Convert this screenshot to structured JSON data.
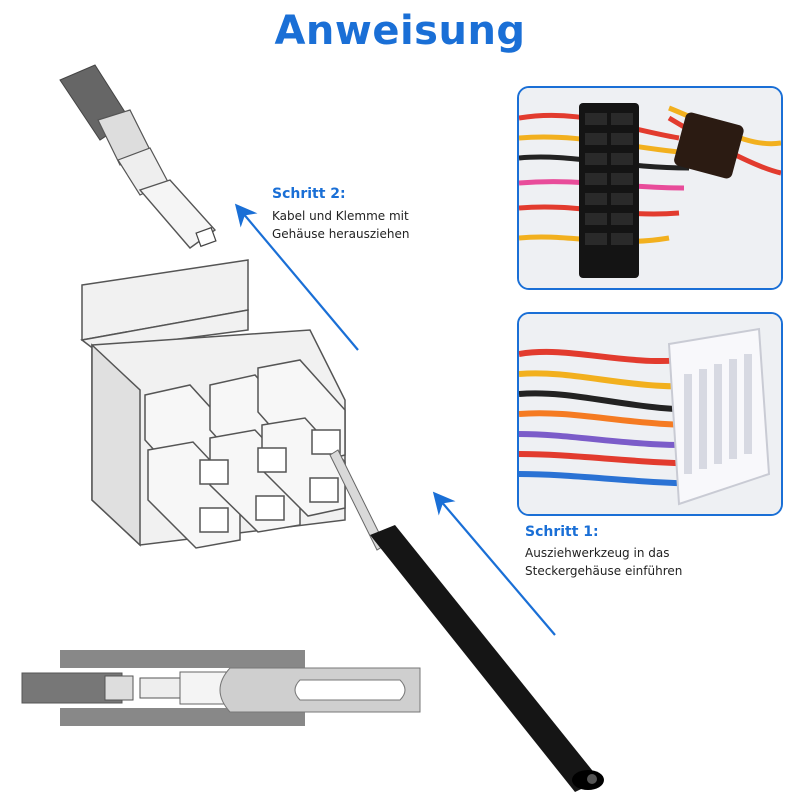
{
  "title": "Anweisung",
  "step2": {
    "label": "Schritt 2:",
    "line1": "Kabel und Klemme mit",
    "line2": "Gehäuse herausziehen"
  },
  "step1": {
    "label": "Schritt 1:",
    "line1": "Ausziehwerkzeug in das",
    "line2": "Steckergehäuse einführen"
  },
  "colors": {
    "accent": "#1a6fd6",
    "line": "#555555",
    "tool": "#111111"
  }
}
